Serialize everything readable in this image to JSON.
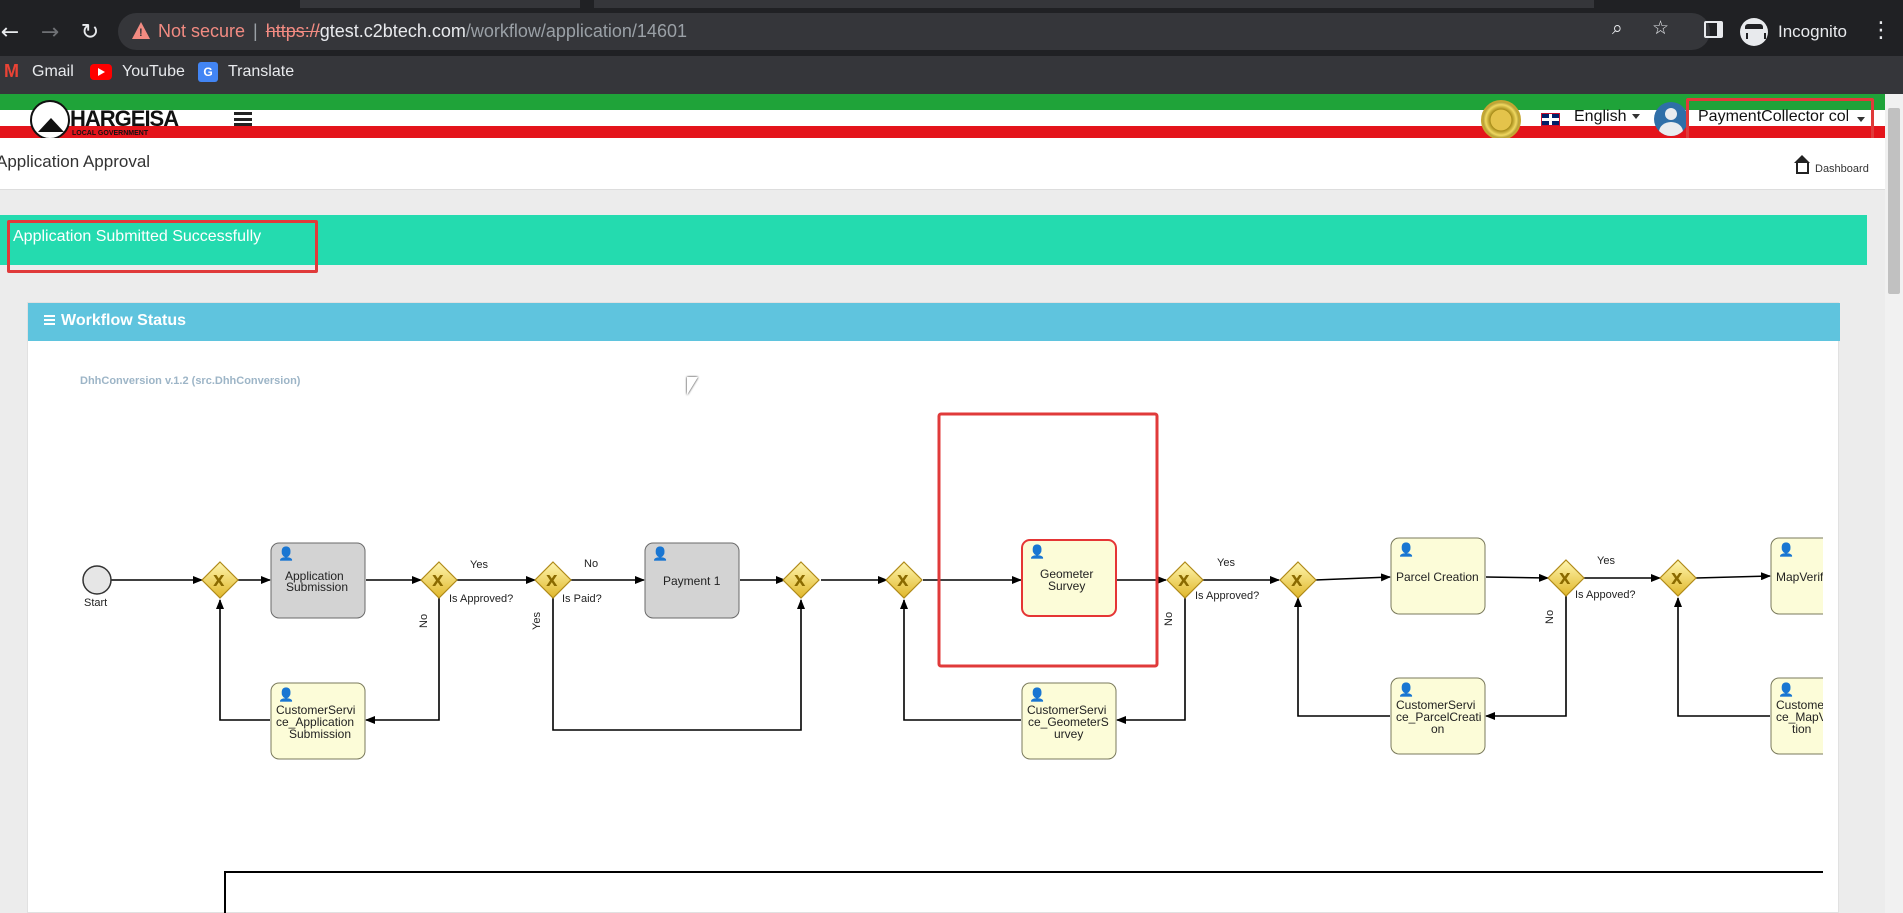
{
  "browser": {
    "security_label": "Not secure",
    "url_scheme": "https://",
    "url_host": "gtest.c2btech.com",
    "url_path": "/workflow/application/14601",
    "profile_label": "Incognito",
    "bookmarks": [
      {
        "label": "Gmail",
        "icon": "gmail-icon"
      },
      {
        "label": "YouTube",
        "icon": "youtube-icon"
      },
      {
        "label": "Translate",
        "icon": "translate-icon"
      }
    ]
  },
  "header": {
    "logo_text": "HARGEISA",
    "logo_sub": "LOCAL GOVERNMENT",
    "language": "English",
    "user": "PaymentCollector coh",
    "colors": {
      "green": "#1fa339",
      "red": "#e4141b"
    }
  },
  "page": {
    "title": "Application Approval",
    "breadcrumb": "Dashboard",
    "alert": "Application Submitted Successfully",
    "alert_color": "#24dbaf"
  },
  "panel": {
    "title": "Workflow Status",
    "version": "DhhConversion v.1.2 (src.DhhConversion)",
    "header_color": "#5fc4de"
  },
  "workflow": {
    "start": "Start",
    "tasks": {
      "app_sub_a": "Application",
      "app_sub_b": "Submission",
      "payment": "Payment 1",
      "geo_a": "Geometer",
      "geo_b": "Survey",
      "parcel": "Parcel Creation",
      "map": "MapVerifi",
      "cs_app_1": "CustomerServi",
      "cs_app_2": "ce_Application",
      "cs_app_3": "Submission",
      "cs_geo_1": "CustomerServi",
      "cs_geo_2": "ce_GeometerS",
      "cs_geo_3": "urvey",
      "cs_par_1": "CustomerServi",
      "cs_par_2": "ce_ParcelCreati",
      "cs_par_3": "on",
      "cs_map_1": "Custome",
      "cs_map_2": "ce_MapV",
      "cs_map_3": "tion"
    },
    "labels": {
      "yes": "Yes",
      "no": "No",
      "is_approved": "Is Approved?",
      "is_paid": "Is Paid?",
      "is_appoved": "Is Appoved?"
    }
  }
}
